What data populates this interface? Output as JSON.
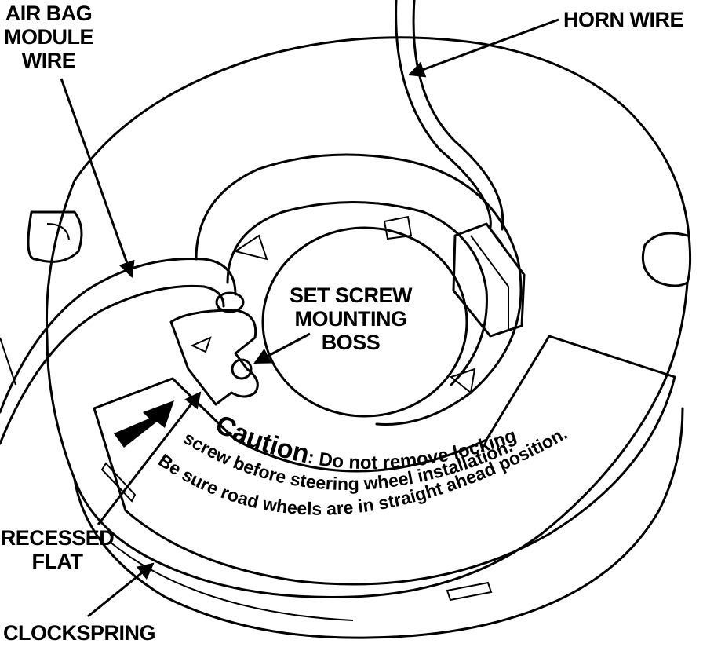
{
  "labels": {
    "air_bag_module_wire": [
      "AIR BAG",
      "MODULE",
      "WIRE"
    ],
    "horn_wire": "HORN WIRE",
    "set_screw_mounting_boss": [
      "SET SCREW",
      "MOUNTING",
      "BOSS"
    ],
    "recessed_flat": [
      "RECESSED",
      "FLAT"
    ],
    "clockspring": "CLOCKSPRING"
  },
  "caution_label": {
    "line1_prefix": "Caution",
    "line1_rest": ": Do not remove locking",
    "line2": "screw before steering wheel installation.",
    "line3": "Be sure road wheels are in straight ahead position."
  },
  "colors": {
    "ink": "#000000",
    "paper": "#ffffff"
  }
}
